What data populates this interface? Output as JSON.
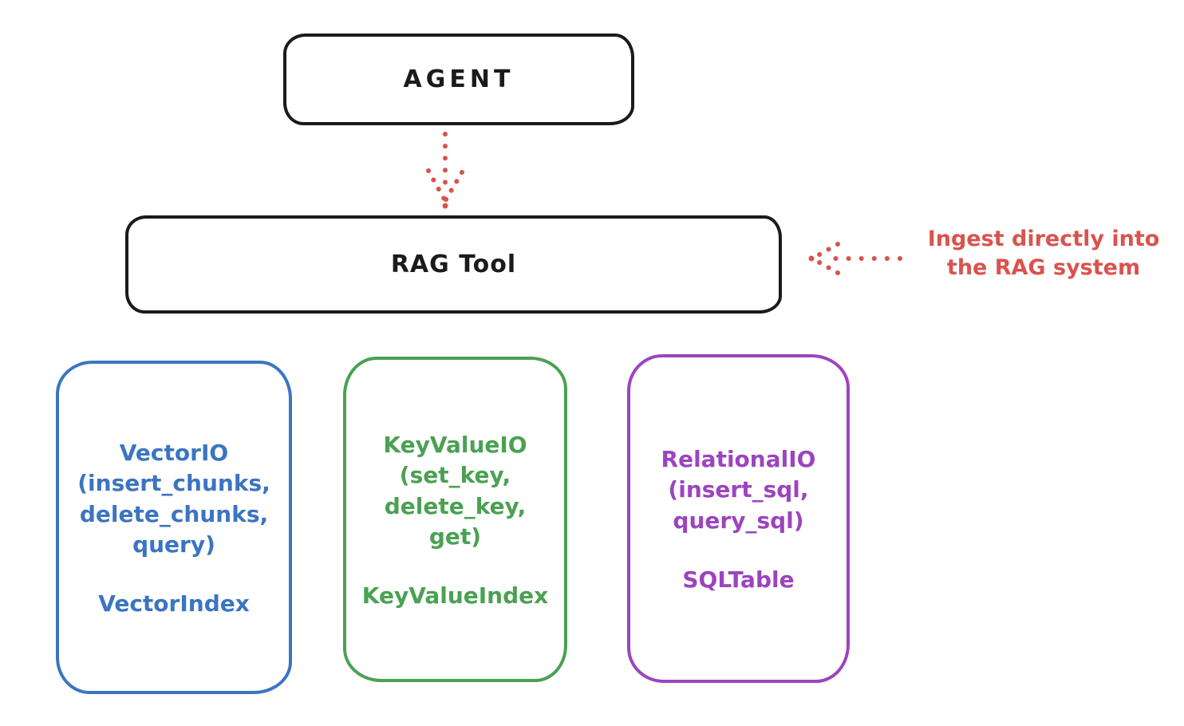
{
  "palette": {
    "ink": "#1b1b1b",
    "red": "#d9534e",
    "blue": "#3b75c0",
    "green": "#4aa152",
    "purple": "#9c44c0",
    "background": "#ffffff"
  },
  "agent_box": {
    "label": "AGENT"
  },
  "rag_box": {
    "label": "RAG Tool"
  },
  "annotation": {
    "line1": "Ingest directly into",
    "line2": "the RAG system"
  },
  "storage_boxes": [
    {
      "name": "vector-io",
      "color": "#3b75c0",
      "lines": [
        "VectorIO",
        "(insert_chunks,",
        "delete_chunks,",
        "query)"
      ],
      "footer": "VectorIndex"
    },
    {
      "name": "keyvalue-io",
      "color": "#4aa152",
      "lines": [
        "KeyValueIO",
        "(set_key,",
        "delete_key, get)"
      ],
      "footer": "KeyValueIndex"
    },
    {
      "name": "relational-io",
      "color": "#9c44c0",
      "lines": [
        "RelationalIO",
        "(insert_sql,",
        "query_sql)"
      ],
      "footer": "SQLTable"
    }
  ],
  "icons": {
    "down_arrow": "dotted-down-arrow",
    "left_arrow": "dotted-left-arrow"
  }
}
